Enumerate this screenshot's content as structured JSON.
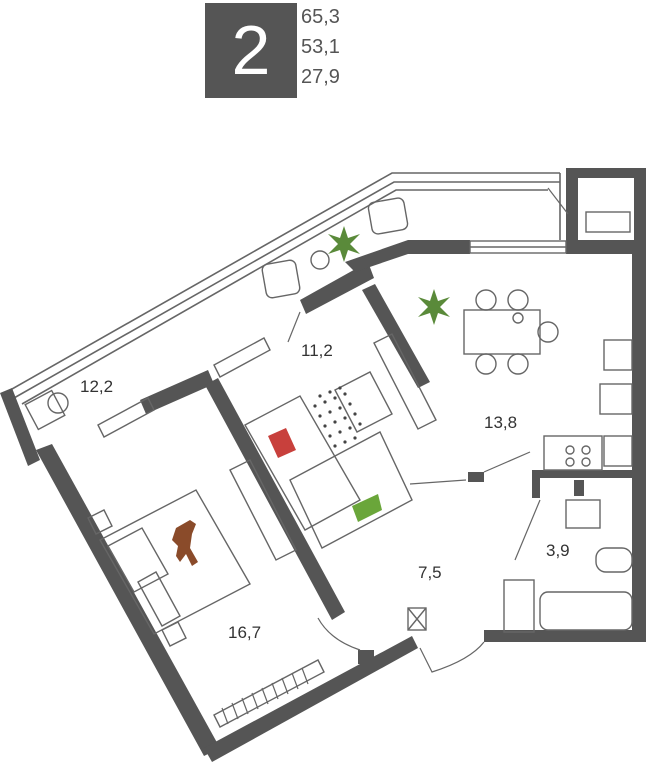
{
  "header": {
    "room_count": "2",
    "areas": [
      "65,3",
      "53,1",
      "27,9"
    ]
  },
  "rooms": [
    {
      "id": "balcony",
      "area": "12,2"
    },
    {
      "id": "living",
      "area": "11,2"
    },
    {
      "id": "kitchen",
      "area": "13,8"
    },
    {
      "id": "bedroom",
      "area": "16,7"
    },
    {
      "id": "hallway",
      "area": "7,5"
    },
    {
      "id": "bathroom",
      "area": "3,9"
    }
  ],
  "colors": {
    "wall": "#555555",
    "line": "#666666",
    "plant": "#5a8a3a",
    "pillow_red": "#c8403c",
    "pillow_green": "#6aa63a",
    "dog": "#8a4b2a"
  }
}
